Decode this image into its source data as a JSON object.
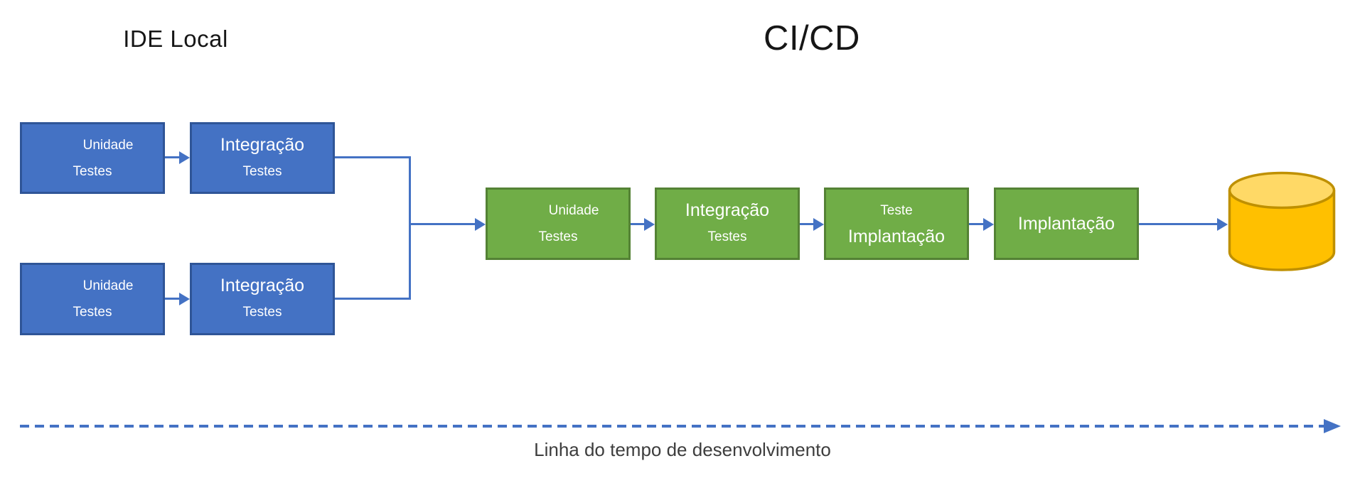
{
  "titles": {
    "local": "IDE Local",
    "cicd": "CI/CD"
  },
  "local_pipeline": {
    "row1": {
      "unit": {
        "line1": "Unidade",
        "line2": "Testes"
      },
      "integration": {
        "line1": "Integração",
        "line2": "Testes"
      }
    },
    "row2": {
      "unit": {
        "line1": "Unidade",
        "line2": "Testes"
      },
      "integration": {
        "line1": "Integração",
        "line2": "Testes"
      }
    }
  },
  "cicd_pipeline": {
    "unit": {
      "line1": "Unidade",
      "line2": "Testes"
    },
    "integration": {
      "line1": "Integração",
      "line2": "Testes"
    },
    "deploy_test": {
      "line1": "Teste",
      "line2": "Implantação"
    },
    "deploy": {
      "line1": "Implantação"
    }
  },
  "database": {
    "icon": "database-cylinder"
  },
  "timeline": {
    "label": "Linha do tempo de desenvolvimento"
  },
  "colors": {
    "node_blue_fill": "#4472C4",
    "node_blue_border": "#2F5597",
    "node_green_fill": "#70AD47",
    "node_green_border": "#548235",
    "connector": "#4472C4",
    "db_body": "#FFC000",
    "db_top": "#FFD966",
    "db_border": "#BF9000",
    "title_text": "#161616",
    "timeline_label": "#3d3d3d"
  }
}
